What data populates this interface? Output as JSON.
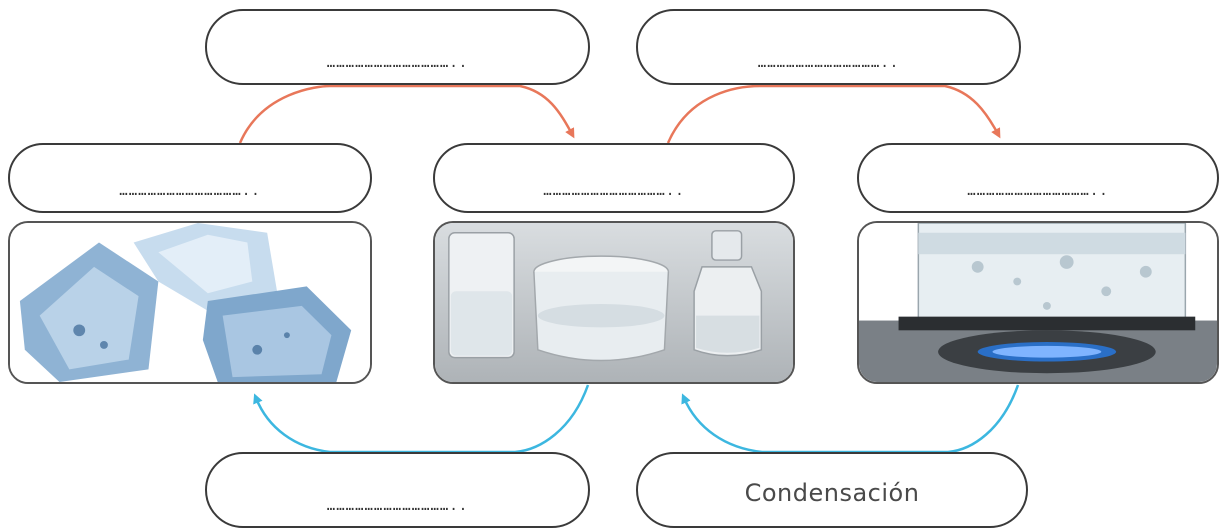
{
  "blank": "…………………………………..",
  "top_left_box": {
    "text": "…………………………………..",
    "arrow": "heating"
  },
  "top_right_box": {
    "text": "…………………………………..",
    "arrow": "heating"
  },
  "ice_box": {
    "text": "…………………………………..",
    "image": "ice-cubes-icon"
  },
  "liquid_box": {
    "text": "…………………………………..",
    "image": "water-glassware-icon"
  },
  "steam_box": {
    "text": "…………………………………..",
    "image": "boiling-pot-on-stove-icon"
  },
  "bottom_left_box": {
    "text": "…………………………………..",
    "arrow": "cooling"
  },
  "bottom_right_box": {
    "text": "Condensación",
    "arrow": "cooling"
  },
  "colors": {
    "heating_arrow": "#e8775a",
    "cooling_arrow": "#3cb7e0",
    "border": "#3a3a3a"
  }
}
